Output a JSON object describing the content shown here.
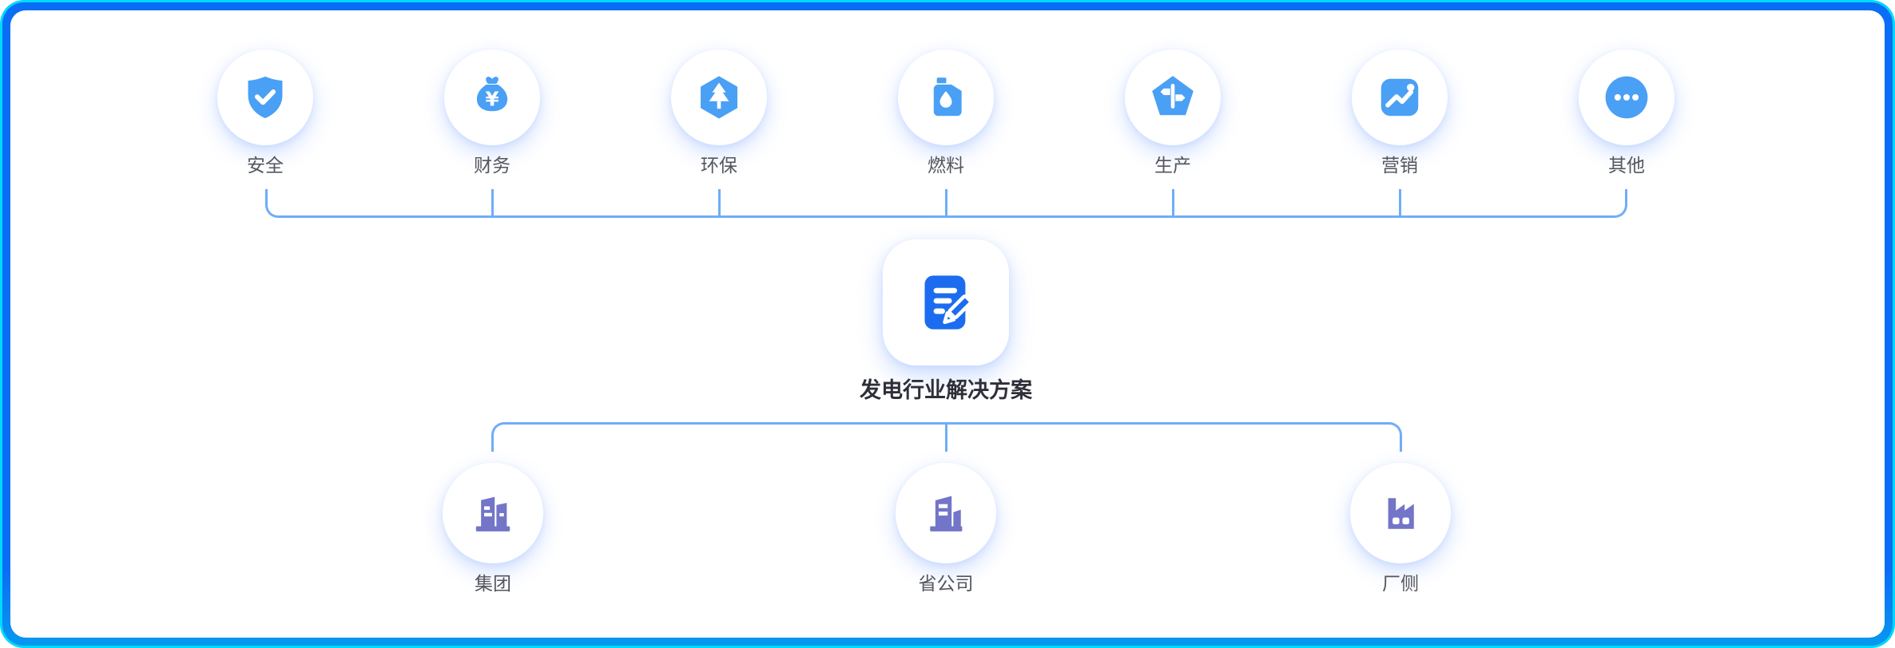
{
  "diagram": {
    "center": {
      "label": "发电行业解决方案",
      "icon": "document-edit-icon"
    },
    "top_row": {
      "items": [
        {
          "label": "安全",
          "icon": "shield-check-icon"
        },
        {
          "label": "财务",
          "icon": "money-bag-icon"
        },
        {
          "label": "环保",
          "icon": "eco-tree-icon"
        },
        {
          "label": "燃料",
          "icon": "fuel-can-icon"
        },
        {
          "label": "生产",
          "icon": "signpost-icon"
        },
        {
          "label": "营销",
          "icon": "trend-chart-icon"
        },
        {
          "label": "其他",
          "icon": "ellipsis-icon"
        }
      ]
    },
    "bottom_row": {
      "items": [
        {
          "label": "集团",
          "icon": "group-buildings-icon"
        },
        {
          "label": "省公司",
          "icon": "company-building-icon"
        },
        {
          "label": "厂侧",
          "icon": "factory-icon"
        }
      ]
    }
  },
  "colors": {
    "icon_blue": "#49A0F5",
    "center_blue": "#1B6CEF",
    "icon_purple": "#7275C8",
    "connector_blue": "#6FADF8",
    "frame_blue": "#0A6DF5",
    "frame_cyan": "#00D9FB",
    "label_gray": "#55555E",
    "title_dark": "#2F2F3A"
  }
}
